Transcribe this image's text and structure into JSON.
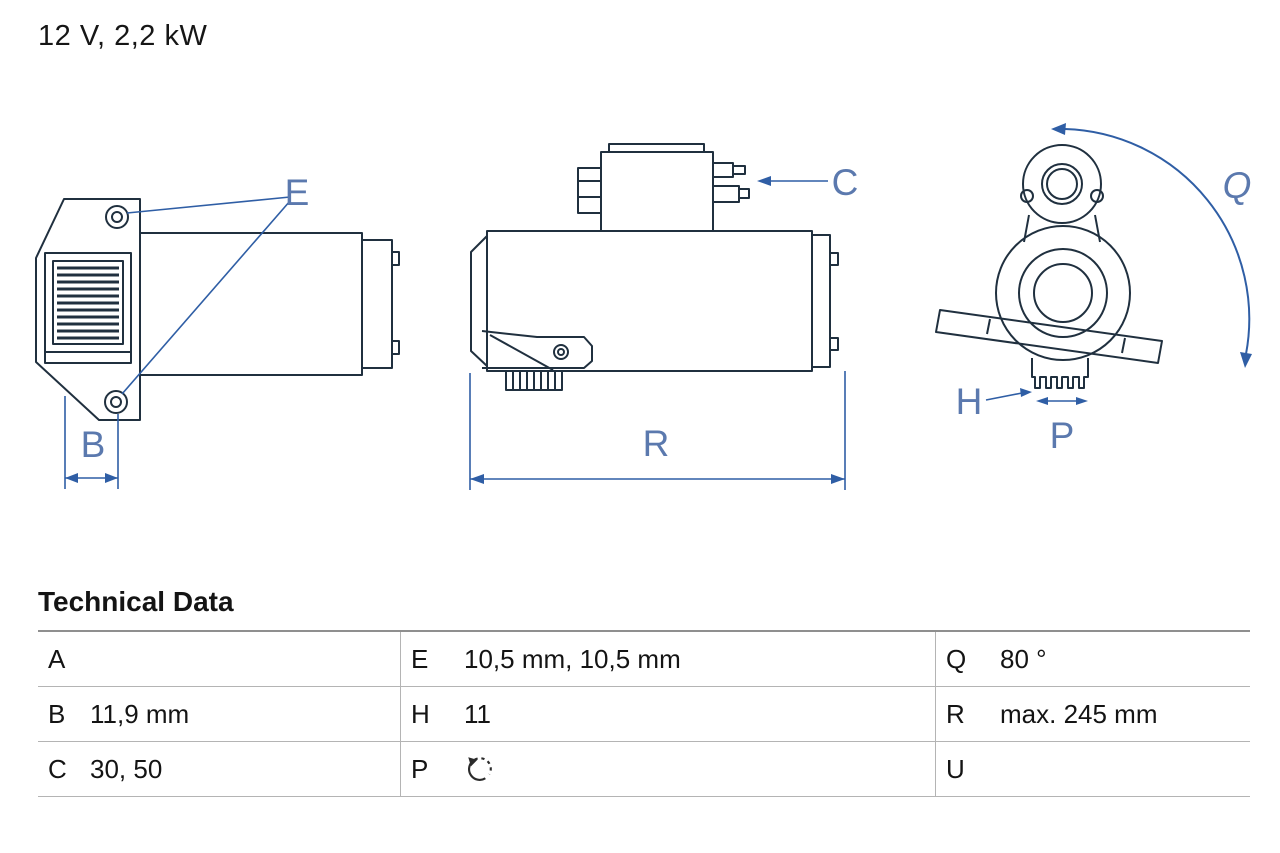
{
  "header": {
    "title": "12 V, 2,2 kW"
  },
  "diagram": {
    "line_color": "#20303f",
    "dim_color": "#2f5ea5",
    "labels": {
      "E": "E",
      "B": "B",
      "C": "C",
      "R": "R",
      "Q": "Q",
      "H": "H",
      "P": "P"
    }
  },
  "table": {
    "title": "Technical Data",
    "p_icon": "rotation-ccw-icon",
    "rows": [
      {
        "cells": [
          {
            "key": "A",
            "value": ""
          },
          {
            "key": "E",
            "value": "10,5 mm, 10,5 mm"
          },
          {
            "key": "Q",
            "value": "80 °"
          }
        ]
      },
      {
        "cells": [
          {
            "key": "B",
            "value": "11,9 mm"
          },
          {
            "key": "H",
            "value": "11"
          },
          {
            "key": "R",
            "value": "max. 245 mm"
          }
        ]
      },
      {
        "cells": [
          {
            "key": "C",
            "value": "30, 50"
          },
          {
            "key": "P",
            "value": ""
          },
          {
            "key": "U",
            "value": ""
          }
        ]
      }
    ]
  }
}
